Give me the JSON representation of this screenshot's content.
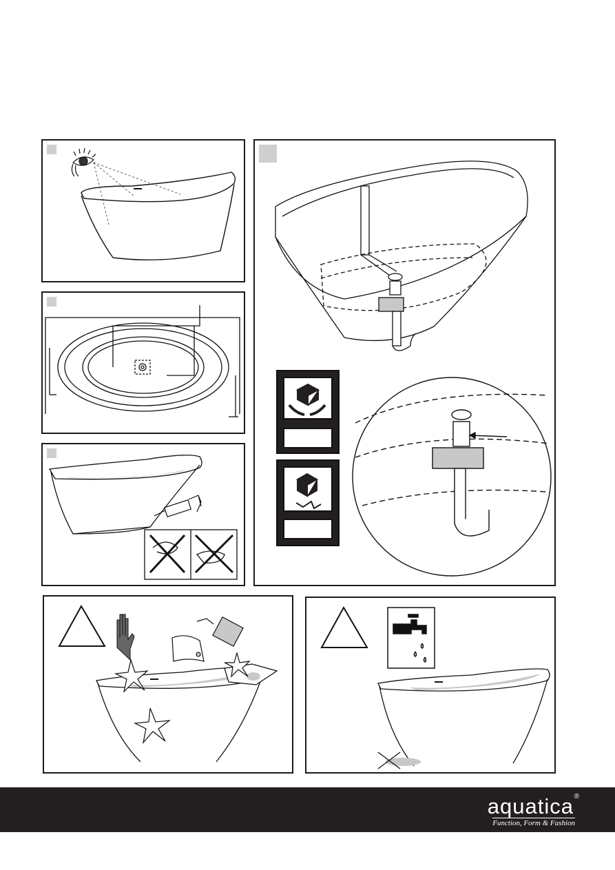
{
  "brand": {
    "name": "aquatica",
    "registered": "®",
    "tagline": "Function, Form & Fashion"
  },
  "panels": [
    {
      "id": "inspect",
      "icon": "eye-icon"
    },
    {
      "id": "dimensions",
      "icon": "dimension-drawing"
    },
    {
      "id": "silicone",
      "icon": "caulk-gun-icon"
    },
    {
      "id": "drain-install",
      "icon": "drain-assembly"
    },
    {
      "id": "cleaning-warning",
      "icon": "warning-triangle-icon"
    },
    {
      "id": "water-warning",
      "icon": "warning-triangle-icon"
    }
  ],
  "colors": {
    "footer": "#231f20",
    "badge": "#cfcfcf",
    "fill": "#c8c8c8"
  }
}
